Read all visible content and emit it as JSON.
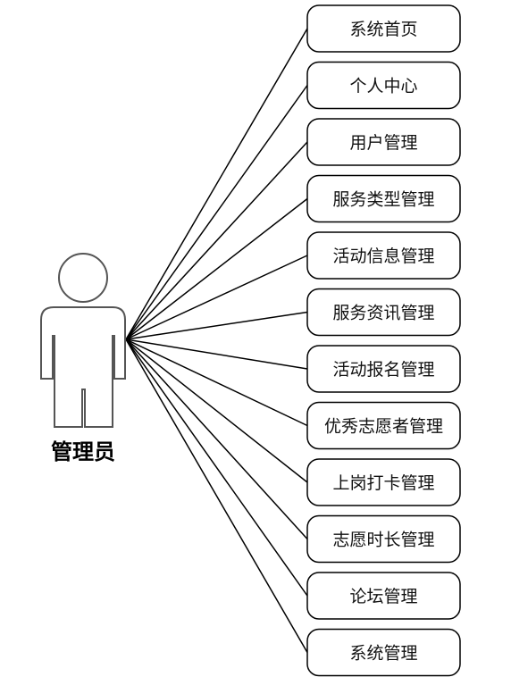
{
  "actor": {
    "name": "管理员",
    "icon": "person-icon"
  },
  "use_cases": [
    {
      "label": "系统首页"
    },
    {
      "label": "个人中心"
    },
    {
      "label": "用户管理"
    },
    {
      "label": "服务类型管理"
    },
    {
      "label": "活动信息管理"
    },
    {
      "label": "服务资讯管理"
    },
    {
      "label": "活动报名管理"
    },
    {
      "label": "优秀志愿者管理"
    },
    {
      "label": "上岗打卡管理"
    },
    {
      "label": "志愿时长管理"
    },
    {
      "label": "论坛管理"
    },
    {
      "label": "系统管理"
    }
  ],
  "colors": {
    "line": "#000000",
    "box_border": "#000000",
    "actor_stroke": "#555555",
    "text": "#111111"
  }
}
